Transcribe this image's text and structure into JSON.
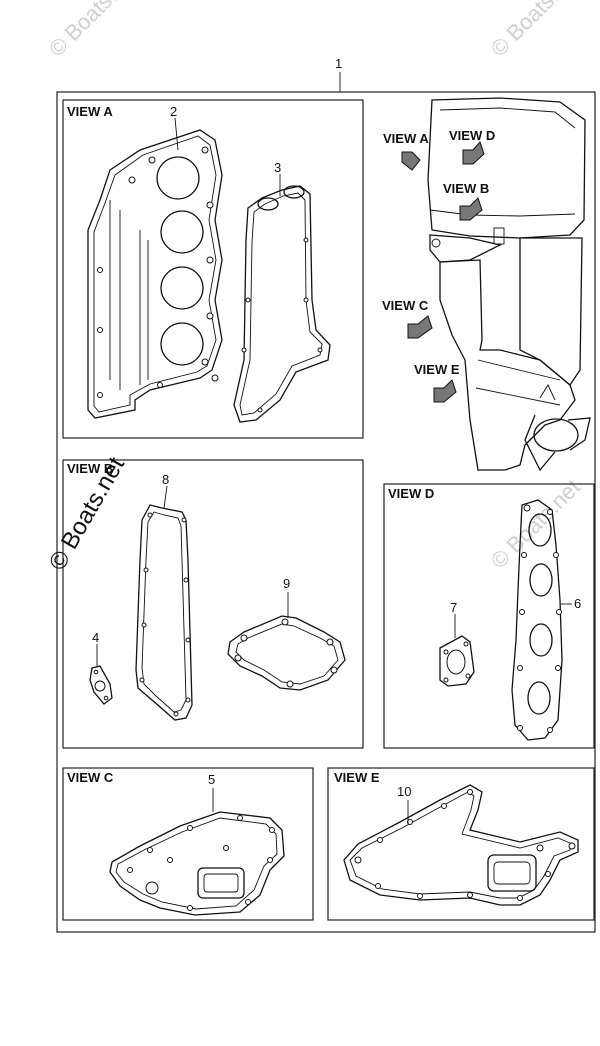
{
  "watermark": {
    "text": "© Boats.net"
  },
  "parts": {
    "assembly": "1",
    "head_gasket": "2",
    "cover_gasket": "3",
    "small_gasket": "4",
    "plate_gasket_c": "5",
    "manifold_gasket": "6",
    "small_gasket_d": "7",
    "long_gasket": "8",
    "cover_gasket_b": "9",
    "oil_pan_gasket": "10"
  },
  "views": {
    "a": "VIEW A",
    "b": "VIEW B",
    "c": "VIEW C",
    "d": "VIEW D",
    "e": "VIEW E"
  },
  "colors": {
    "line": "#111111",
    "watermark": "#cfcfcf",
    "arrow": "#777777"
  }
}
